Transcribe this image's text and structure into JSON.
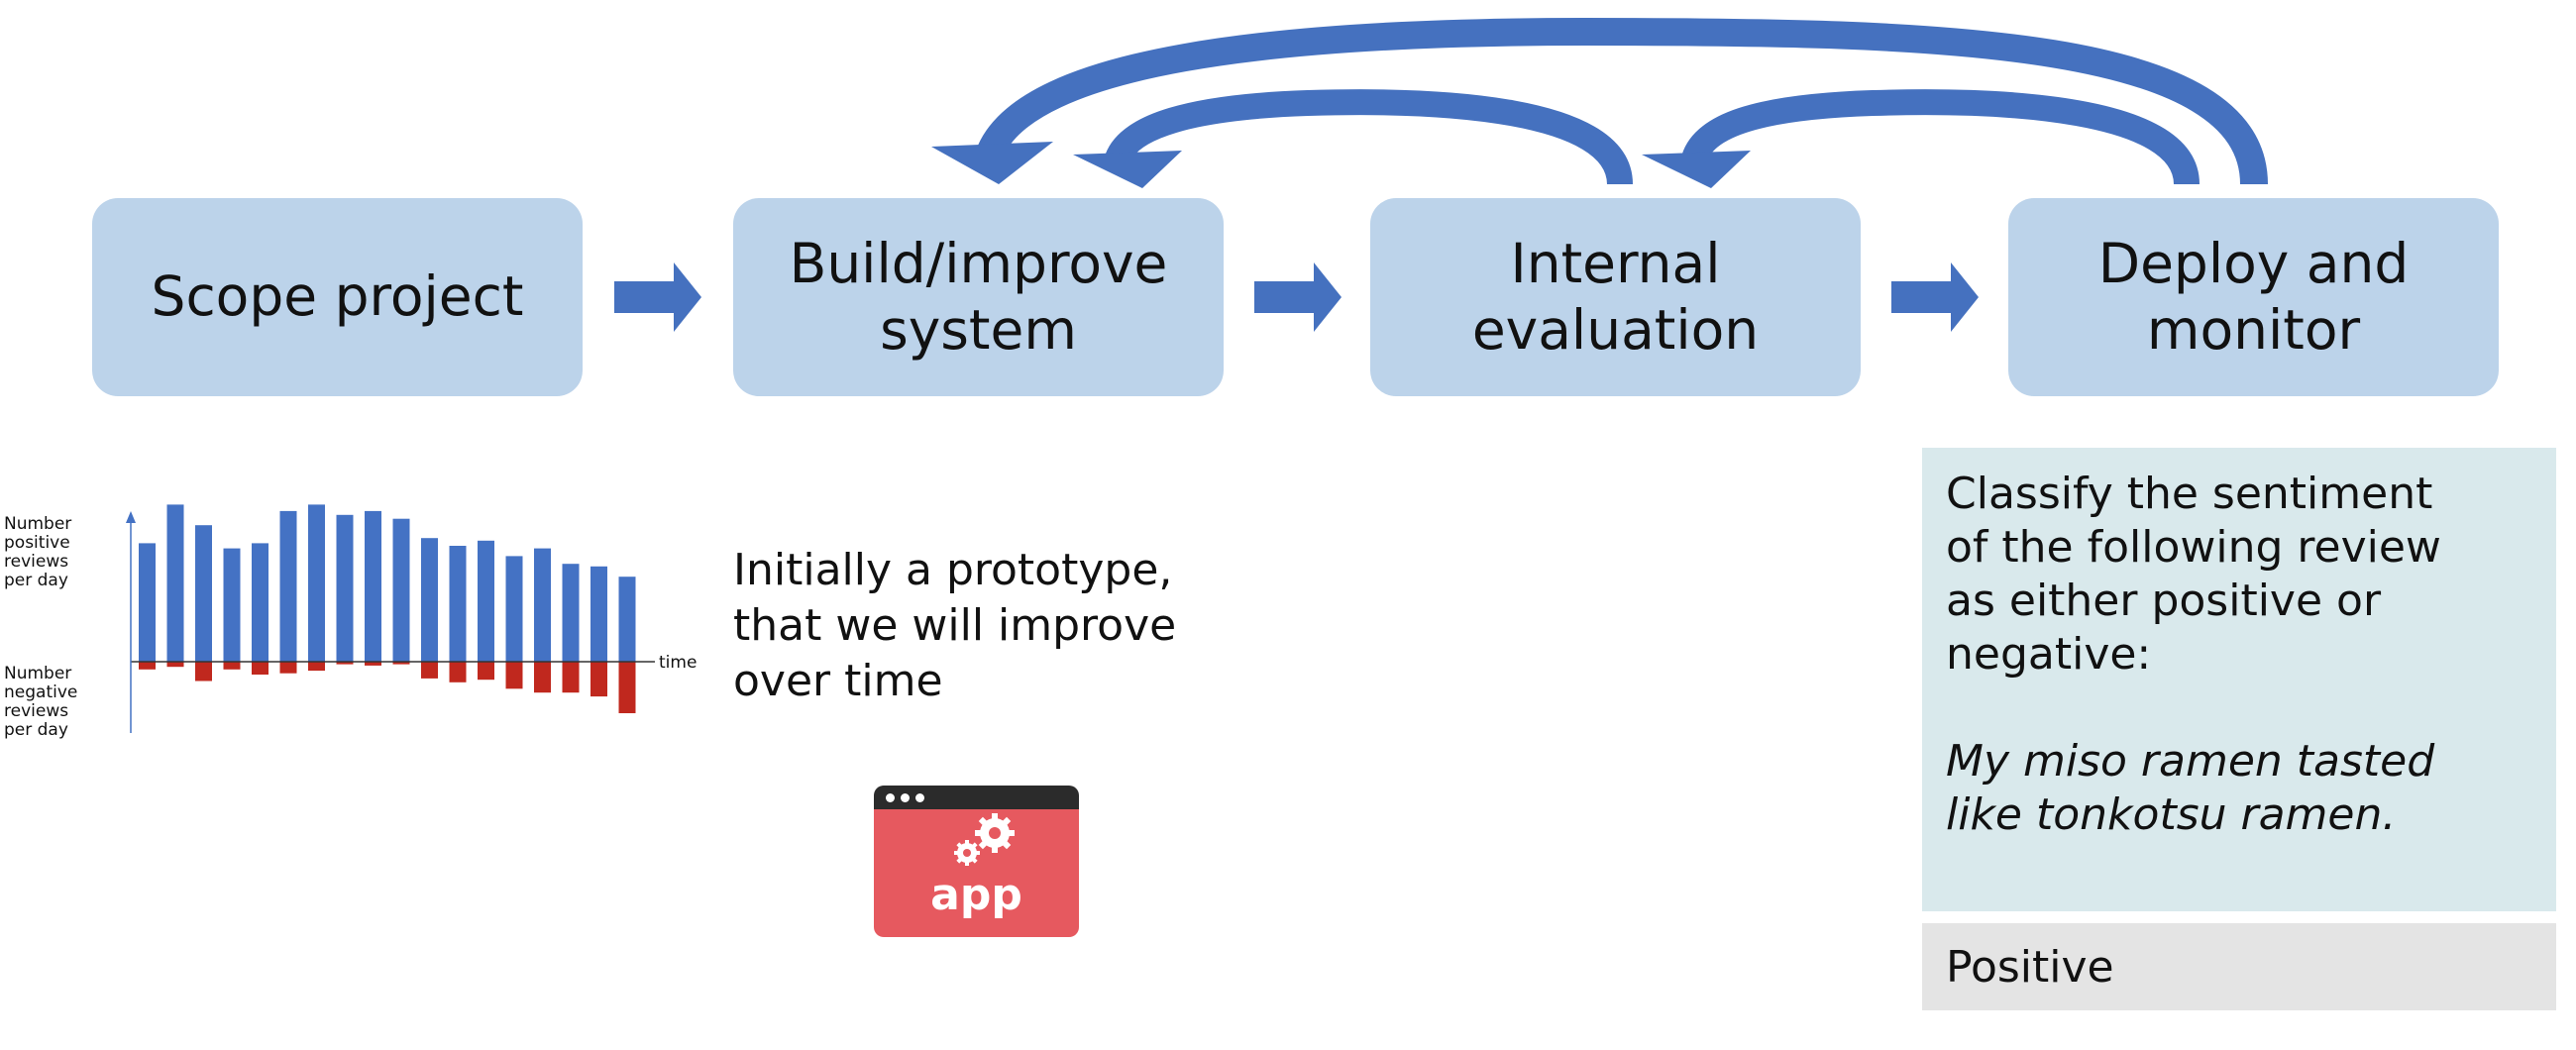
{
  "steps": [
    {
      "label": "Scope project"
    },
    {
      "label": "Build/improve\nsystem"
    },
    {
      "label": "Internal\nevaluation"
    },
    {
      "label": "Deploy and\nmonitor"
    }
  ],
  "colors": {
    "step_fill": "#bcd3ea",
    "arrow": "#4571bf",
    "positive_bar": "#4472c4",
    "negative_bar": "#c0281e",
    "prompt_fill": "#d9e9ec",
    "answer_fill": "#e4e4e4",
    "app_red": "#e6595f"
  },
  "chart_data": {
    "type": "bar",
    "xlabel": "time",
    "ylabel_positive": "Number\npositive\nreviews\nper day",
    "ylabel_negative": "Number\nnegative\nreviews\nper day",
    "series": [
      {
        "values": [
          9.2,
          12.2,
          10.6,
          8.8,
          9.2,
          11.7,
          12.2,
          11.4,
          11.7,
          11.1,
          9.6,
          9.0,
          9.4,
          8.2,
          8.8,
          7.6,
          7.4,
          6.6
        ]
      },
      {
        "values": [
          -0.6,
          -0.4,
          -1.5,
          -0.6,
          -1.0,
          -0.9,
          -0.7,
          -0.2,
          -0.3,
          -0.2,
          -1.3,
          -1.6,
          -1.4,
          -2.1,
          -2.4,
          -2.4,
          -2.7,
          -4.0
        ]
      }
    ],
    "ylim": [
      -5,
      14
    ]
  },
  "description": "Initially a prototype,\nthat we will improve\nover time",
  "app_icon": {
    "label": "app",
    "icon": "gears-icon"
  },
  "prompt": {
    "instruction": "Classify the sentiment\nof the following review\nas either positive or\nnegative:",
    "review": "My miso ramen tasted\nlike tonkotsu ramen.",
    "answer": "Positive"
  }
}
